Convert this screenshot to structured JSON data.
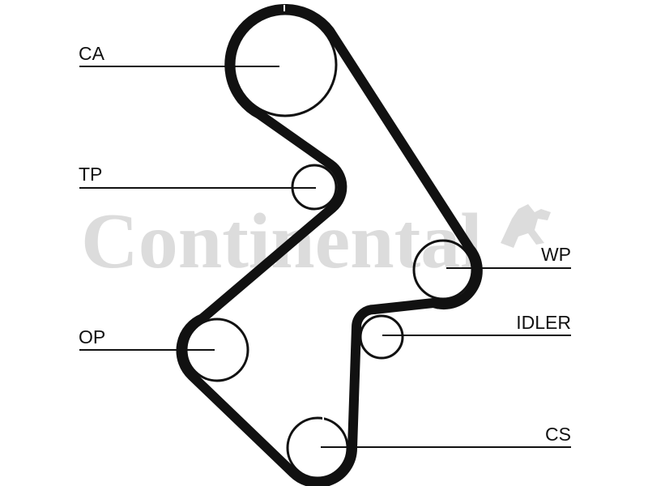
{
  "watermark": {
    "brand": "Continental"
  },
  "labels": {
    "ca": "CA",
    "tp": "TP",
    "op": "OP",
    "wp": "WP",
    "idler": "IDLER",
    "cs": "CS"
  },
  "colors": {
    "belt": "#111111",
    "watermark": "#dcdcdc"
  }
}
